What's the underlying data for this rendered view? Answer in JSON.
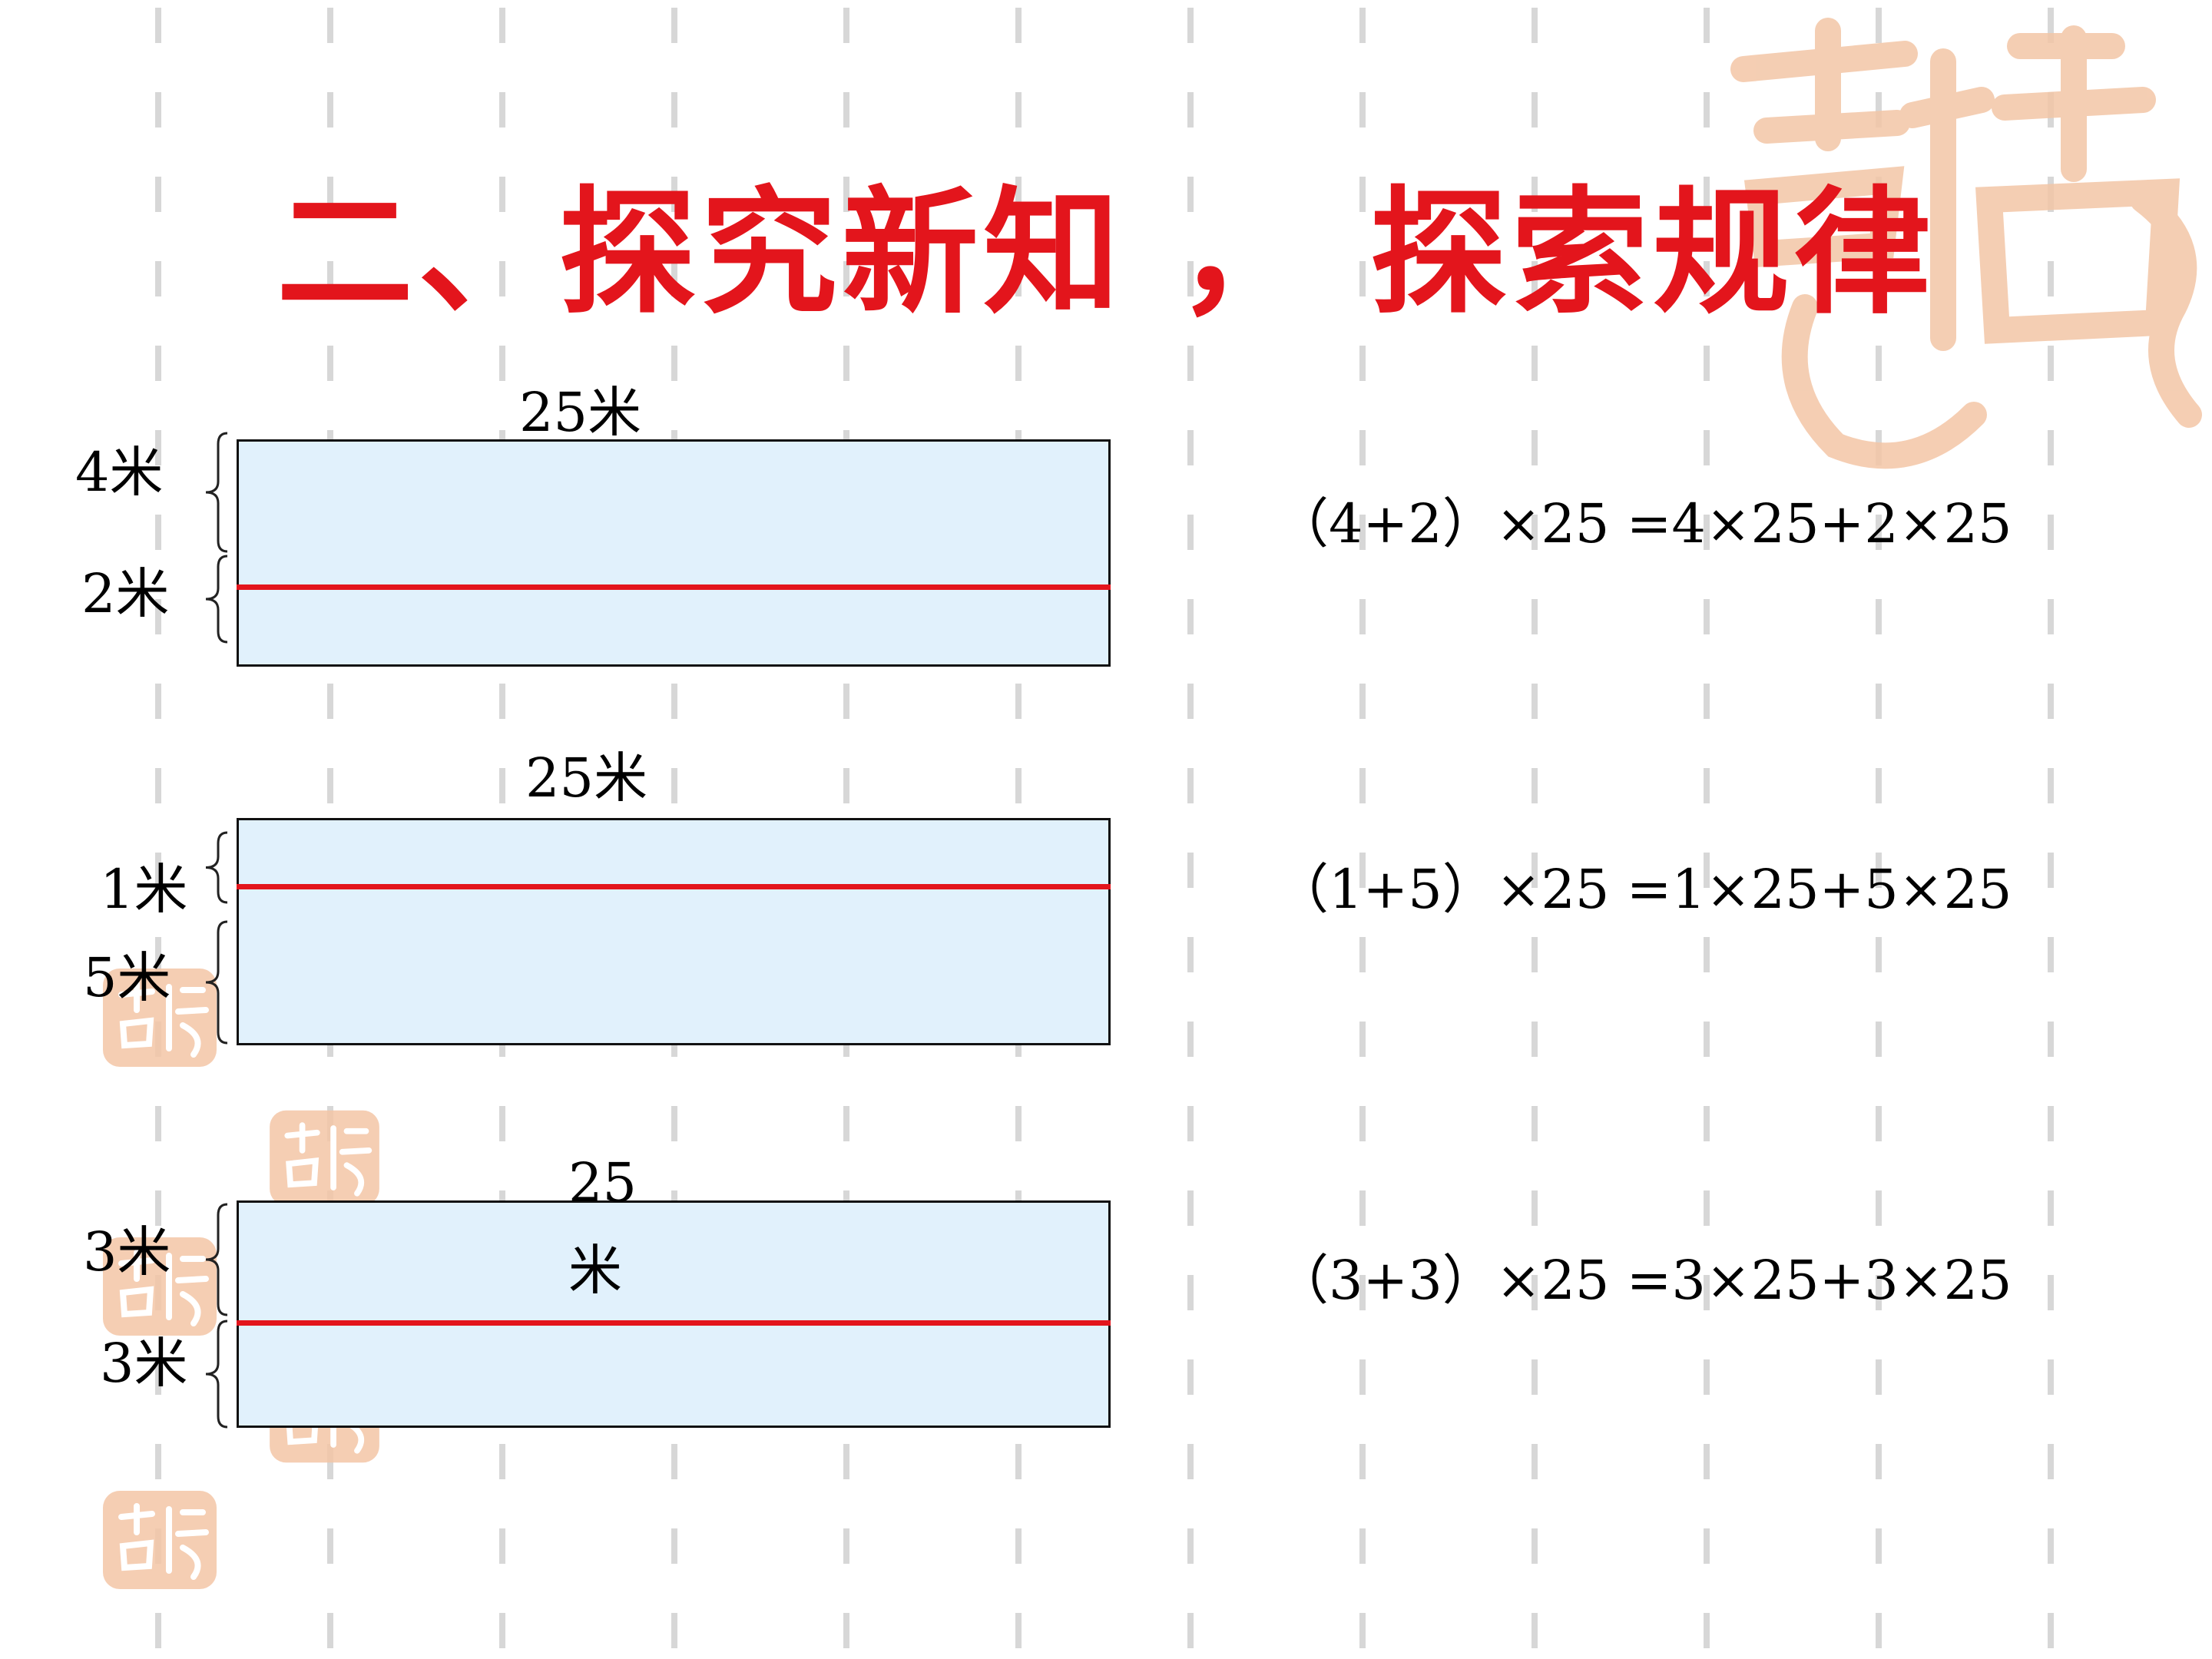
{
  "title": "二、探究新知 ， 探索规律",
  "colors": {
    "title": "#e3151c",
    "split_line": "#e3151c",
    "rect_fill": "#e1f1fc",
    "seal": "#f3c6a6",
    "dash": "#d7d7d7"
  },
  "diagrams": [
    {
      "top_label": "25米",
      "parts": [
        {
          "label": "4米",
          "value": 4
        },
        {
          "label": "2米",
          "value": 2
        }
      ],
      "equation": "（4+2）×25 =4×25+2×25"
    },
    {
      "top_label": "25米",
      "parts": [
        {
          "label": "1米",
          "value": 1
        },
        {
          "label": "5米",
          "value": 5
        }
      ],
      "equation": "（1+5）×25 =1×25+5×25"
    },
    {
      "top_label_line1": "25",
      "top_label_line2": "米",
      "parts": [
        {
          "label": "3米",
          "value": 3
        },
        {
          "label": "3米",
          "value": 3
        }
      ],
      "equation": "（3+3）×25 =3×25+3×25"
    }
  ],
  "icons": {
    "seal": "seal-stamp-icon"
  }
}
